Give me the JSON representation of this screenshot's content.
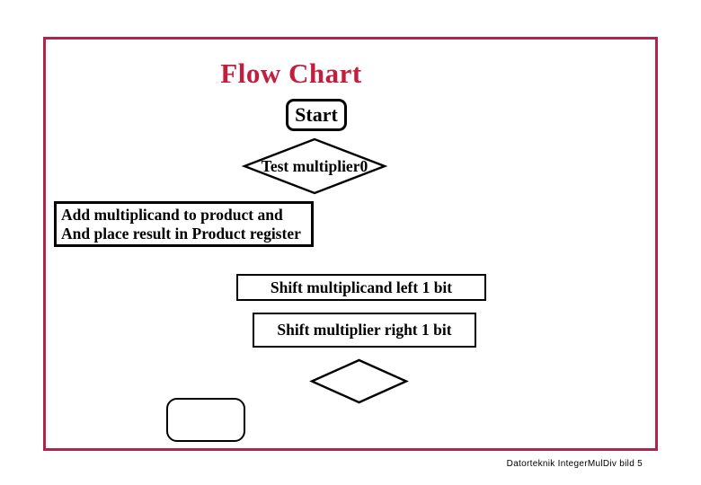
{
  "colors": {
    "page-bg": "#ffffff",
    "slide-bg": "#ffffff",
    "slide-border": "#b3244a",
    "title-color": "#c21f3f",
    "shape-stroke": "#000000",
    "text-color": "#000000"
  },
  "slide": {
    "title": {
      "text": "Flow Chart"
    },
    "flowchart": {
      "start": {
        "shape": "rounded-rect",
        "label": "Start"
      },
      "decision_test": {
        "shape": "diamond",
        "label": "Test multiplier0"
      },
      "process_add": {
        "shape": "rect",
        "line1": "Add multiplicand to product and",
        "line2": "And place result in Product register"
      },
      "process_shift_left": {
        "shape": "rect",
        "label": "Shift multiplicand left 1 bit"
      },
      "process_shift_right": {
        "shape": "rect",
        "label": "Shift multiplier right 1 bit"
      },
      "decision_empty": {
        "shape": "diamond",
        "label": ""
      },
      "terminal_empty": {
        "shape": "rounded-rect",
        "label": ""
      }
    },
    "footer": {
      "text": "Datorteknik IntegerMulDiv bild 5"
    }
  }
}
